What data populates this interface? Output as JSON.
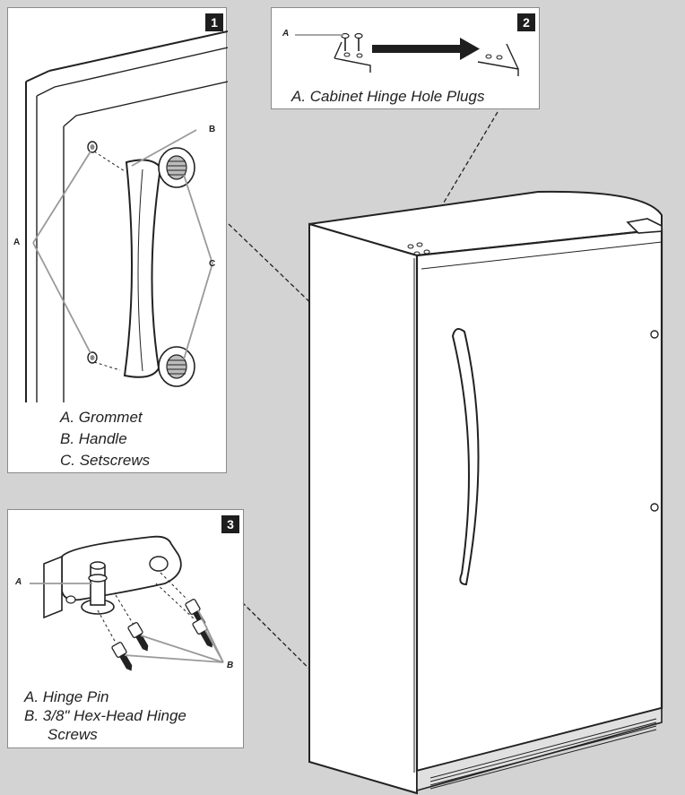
{
  "panels": [
    {
      "number": "1",
      "callouts": {
        "a": "A",
        "b": "B",
        "c": "C"
      },
      "captions": [
        "A. Grommet",
        "B. Handle",
        "C. Setscrews"
      ]
    },
    {
      "number": "2",
      "callouts": {
        "a": "A"
      },
      "captions": [
        "A. Cabinet Hinge Hole Plugs"
      ]
    },
    {
      "number": "3",
      "callouts": {
        "a": "A",
        "b": "B"
      },
      "captions": [
        "A. Hinge Pin",
        "B. 3/8\" Hex-Head Hinge",
        "Screws"
      ]
    }
  ],
  "colors": {
    "background": "#d3d3d3",
    "panel": "#ffffff",
    "line": "#222222",
    "callout_line": "#9a9a9a",
    "badge": "#1e1e1e"
  }
}
